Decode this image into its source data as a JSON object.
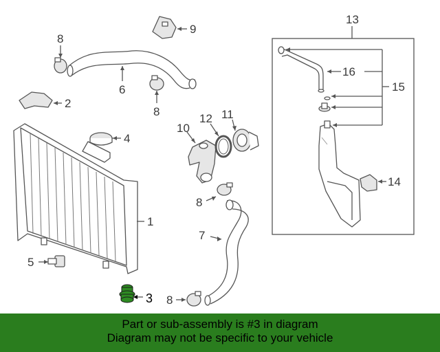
{
  "labels": {
    "p1": "1",
    "p2": "2",
    "p3": "3",
    "p4": "4",
    "p5": "5",
    "p6": "6",
    "p7": "7",
    "p8a": "8",
    "p8b": "8",
    "p8c": "8",
    "p8d": "8",
    "p9": "9",
    "p10": "10",
    "p11": "11",
    "p12": "12",
    "p13": "13",
    "p14": "14",
    "p15": "15",
    "p16": "16"
  },
  "highlight_part": "3",
  "banner": {
    "line1": "Part or sub-assembly is #3 in diagram",
    "line2": "Diagram may not be specific to your vehicle"
  },
  "colors": {
    "banner_bg": "#2a7d1e",
    "highlight_part_fill": "#2e8b22",
    "line_art": "#555555"
  }
}
